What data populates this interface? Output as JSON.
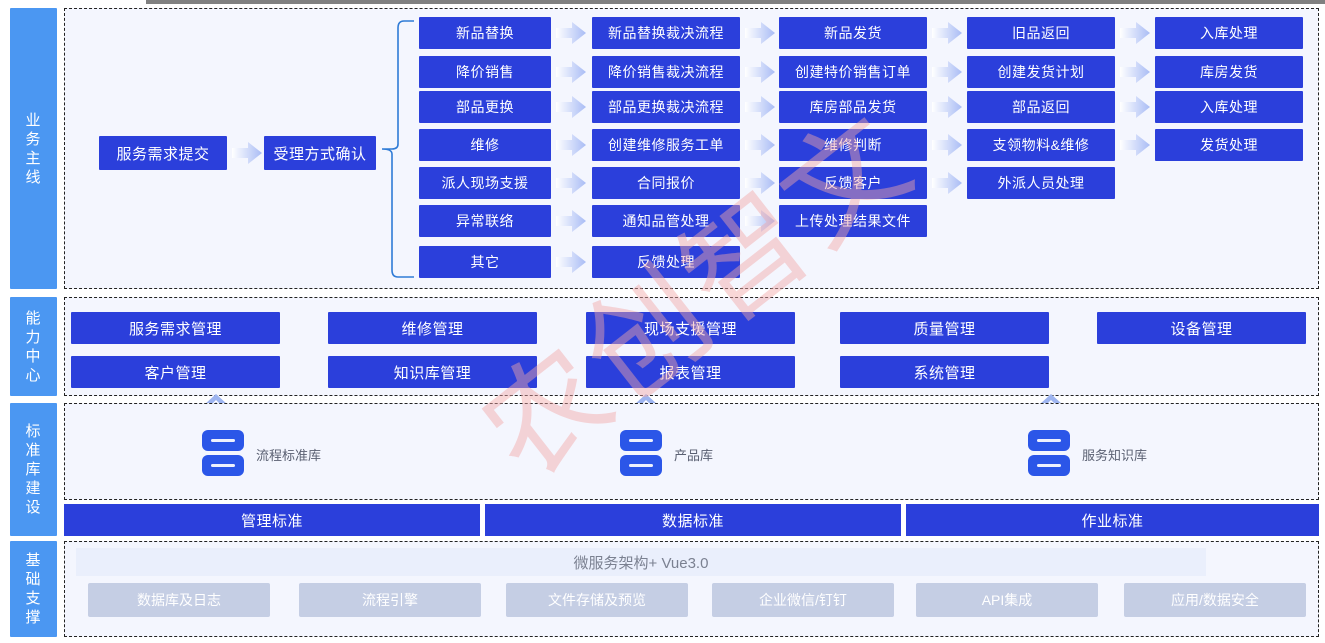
{
  "sidebar": {
    "items": [
      {
        "id": "business-main-line",
        "label": "业务主线"
      },
      {
        "id": "capability-center",
        "label": "能力中心"
      },
      {
        "id": "standard-library",
        "label": "标准库建设"
      },
      {
        "id": "infrastructure-support",
        "label": "基础支撑"
      }
    ]
  },
  "business_line": {
    "start_nodes": [
      {
        "label": "服务需求提交"
      },
      {
        "label": "受理方式确认"
      }
    ],
    "rows": [
      {
        "stage1": "新品替换",
        "stage2": "新品替换裁决流程",
        "stage3": "新品发货",
        "stage4": "旧品返回",
        "stage5": "入库处理"
      },
      {
        "stage1": "降价销售",
        "stage2": "降价销售裁决流程",
        "stage3": "创建特价销售订单",
        "stage4": "创建发货计划",
        "stage5": "库房发货"
      },
      {
        "stage1": "部品更换",
        "stage2": "部品更换裁决流程",
        "stage3": "库房部品发货",
        "stage4": "部品返回",
        "stage5": "入库处理"
      },
      {
        "stage1": "维修",
        "stage2": "创建维修服务工单",
        "stage3": "维修判断",
        "stage4": "支领物料&维修",
        "stage5": "发货处理"
      },
      {
        "stage1": "派人现场支援",
        "stage2": "合同报价",
        "stage3": "反馈客户",
        "stage4": "外派人员处理",
        "stage5": ""
      },
      {
        "stage1": "异常联络",
        "stage2": "通知品管处理",
        "stage3": "上传处理结果文件",
        "stage4": "",
        "stage5": ""
      },
      {
        "stage1": "其它",
        "stage2": "反馈处理",
        "stage3": "",
        "stage4": "",
        "stage5": ""
      }
    ]
  },
  "capability_center": {
    "columns": [
      {
        "top": "服务需求管理",
        "bottom": "客户管理"
      },
      {
        "top": "维修管理",
        "bottom": "知识库管理"
      },
      {
        "top": "现场支援管理",
        "bottom": "报表管理"
      },
      {
        "top": "质量管理",
        "bottom": "系统管理"
      },
      {
        "top": "设备管理",
        "bottom": ""
      }
    ]
  },
  "standard_library": {
    "repositories": [
      {
        "label": "流程标准库",
        "icon": "database-icon"
      },
      {
        "label": "产品库",
        "icon": "database-icon"
      },
      {
        "label": "服务知识库",
        "icon": "database-icon"
      }
    ],
    "standards_bars": [
      {
        "label": "管理标准"
      },
      {
        "label": "数据标准"
      },
      {
        "label": "作业标准"
      }
    ]
  },
  "infrastructure": {
    "platform": "微服务架构+ Vue3.0",
    "components": [
      {
        "label": "数据库及日志"
      },
      {
        "label": "流程引擎"
      },
      {
        "label": "文件存储及预览"
      },
      {
        "label": "企业微信/钉钉"
      },
      {
        "label": "API集成"
      },
      {
        "label": "应用/数据安全"
      }
    ]
  },
  "watermark": {
    "text": "农创智文"
  },
  "colors": {
    "sidebar_blue": "#4B97F2",
    "box_blue": "#2B3FDB",
    "panel_bg": "#F4F6FE",
    "chip_gray": "#C5CEE4",
    "platform_bg": "#EAEFFC",
    "arrow_blue": "#A9BCF5"
  }
}
